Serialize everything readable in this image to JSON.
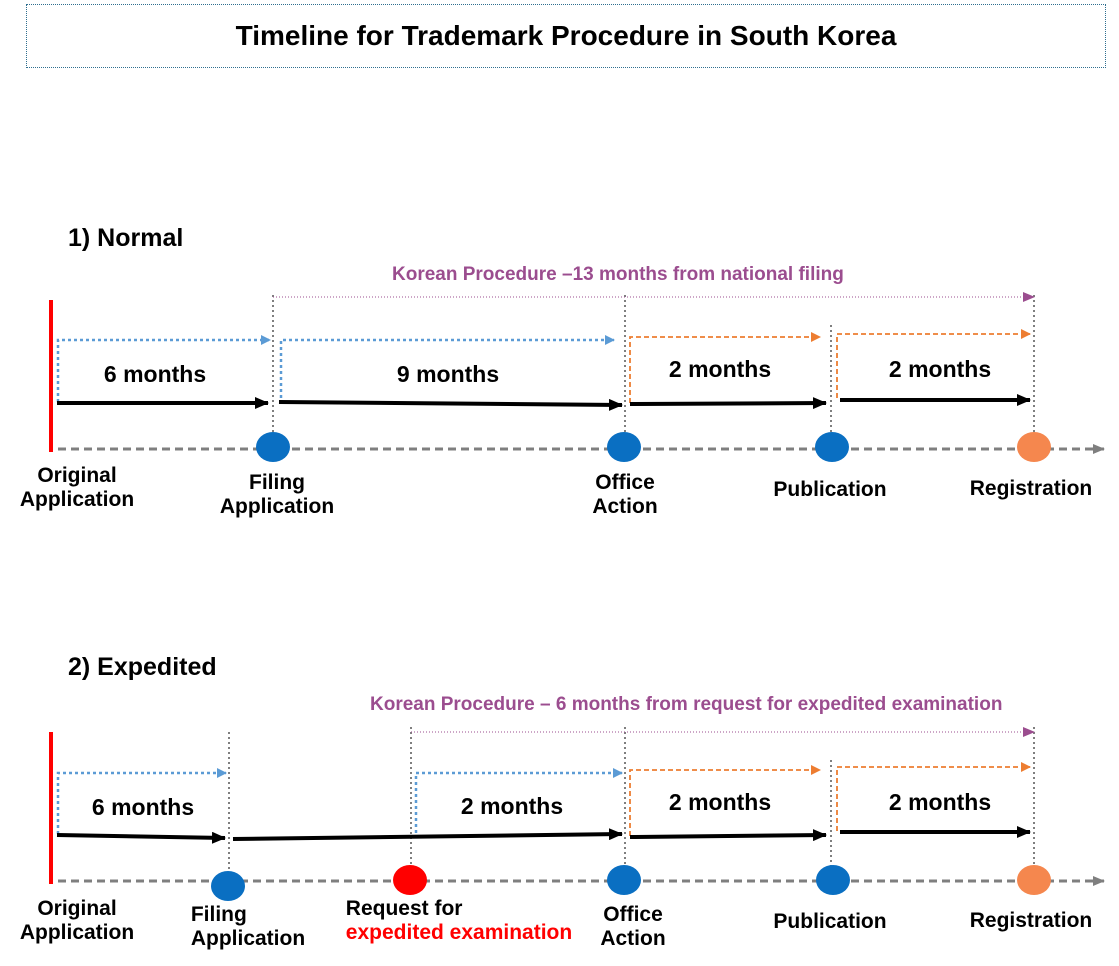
{
  "title": "Timeline for Trademark Procedure in South Korea",
  "colors": {
    "blue_node": "#0a6fc2",
    "orange_node": "#f5874e",
    "red_node": "#ff0000",
    "procedure_text": "#9b4d8f",
    "blue_dotted": "#5b9bd5",
    "orange_dashed": "#ed7d31",
    "start_line": "#ff0000"
  },
  "normal": {
    "heading": "1) Normal",
    "procedure": "Korean Procedure –13 months from national filing",
    "durations": [
      "6 months",
      "9 months",
      "2 months",
      "2 months"
    ],
    "stages": {
      "original_1": "Original",
      "original_2": "Application",
      "filing_1": "Filing",
      "filing_2": "Application",
      "office_1": "Office",
      "office_2": "Action",
      "publication": "Publication",
      "registration": "Registration"
    }
  },
  "expedited": {
    "heading": "2) Expedited",
    "procedure": "Korean Procedure – 6 months from request for expedited examination",
    "durations": [
      "6 months",
      "2 months",
      "2 months",
      "2 months"
    ],
    "stages": {
      "original_1": "Original",
      "original_2": "Application",
      "filing_1": "Filing",
      "filing_2": "Application",
      "request_1": "Request for",
      "request_2": "expedited examination",
      "office_1": "Office",
      "office_2": "Action",
      "publication": "Publication",
      "registration": "Registration"
    }
  }
}
